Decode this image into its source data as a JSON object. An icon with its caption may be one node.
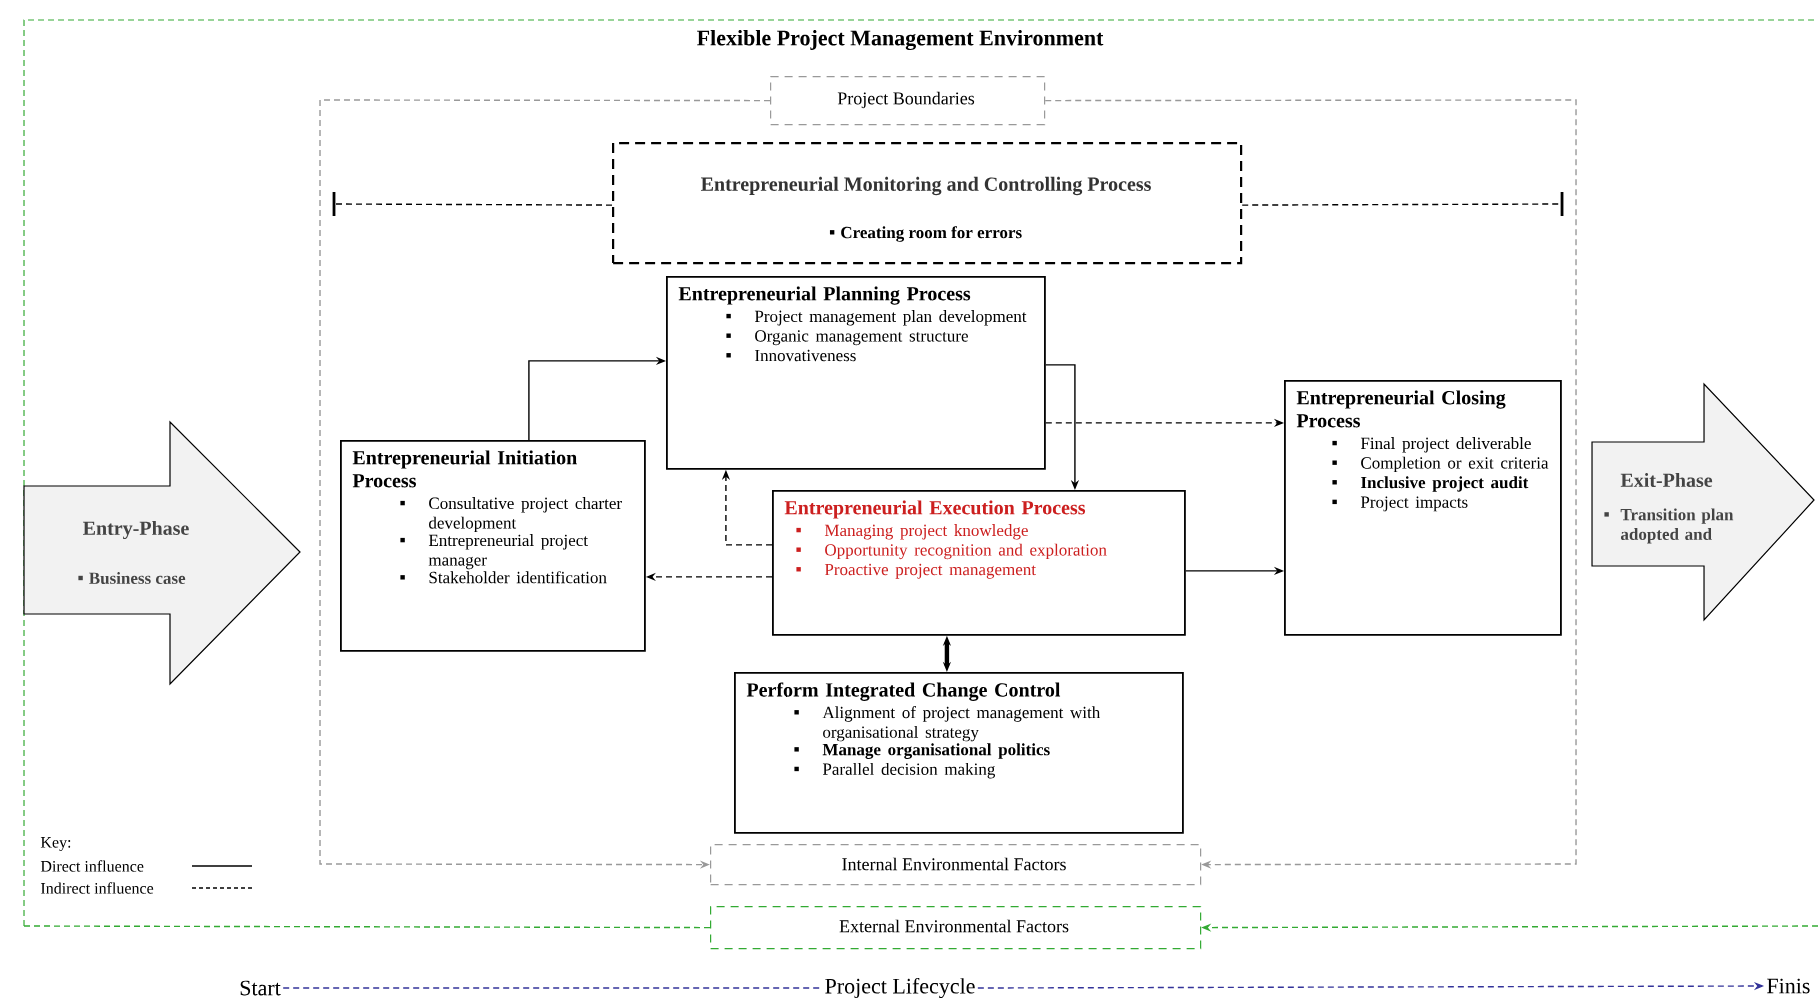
{
  "diagram": {
    "title": "Flexible Project Management Environment",
    "nodes": [
      {
        "text": [
          "Project Boundaries"
        ]
      },
      {
        "text": [
          "Entrepreneurial Monitoring and Controlling Process",
          "Creating room for errors"
        ]
      },
      {
        "text": [
          "Entry-Phase",
          "Business case"
        ]
      },
      {
        "text": [
          "Entrepreneurial Initiation Process",
          "Consultative project charter development",
          "Entrepreneurial project manager",
          "Stakeholder identification"
        ]
      },
      {
        "text": [
          "Entrepreneurial Planning Process",
          "Project management plan development",
          "Organic management structure",
          "Innovativeness"
        ]
      },
      {
        "text": [
          "Entrepreneurial Execution Process",
          "Managing project knowledge",
          "Opportunity recognition and exploration",
          "Proactive project management"
        ]
      },
      {
        "text": [
          "Entrepreneurial Closing Process",
          "Final project deliverable",
          "Completion or exit criteria",
          "**Inclusive project audit**",
          "Project impacts"
        ]
      },
      {
        "text": [
          "Perform Integrated Change Control",
          "Alignment of project management with organisational strategy",
          "**Manage organisational politics**",
          "Parallel decision making"
        ]
      },
      {
        "text": [
          "Exit-Phase",
          "Transition plan adopted and"
        ]
      },
      {
        "text": [
          "Internal Environmental Factors"
        ]
      },
      {
        "text": [
          "External Environmental Factors"
        ]
      },
      {
        "text": [
          "Start"
        ]
      },
      {
        "text": [
          "Project Lifecycle"
        ]
      },
      {
        "text": [
          "Finis"
        ]
      }
    ],
    "edges": [
      {
        "from": 3,
        "to": 4,
        "arrow": "to"
      },
      {
        "from": 4,
        "to": 5,
        "arrow": "to"
      },
      {
        "from": 4,
        "to": 6,
        "arrow": "to",
        "style": "dashed"
      },
      {
        "from": 5,
        "to": 4,
        "arrow": "to",
        "style": "dashed"
      },
      {
        "from": 5,
        "to": 3,
        "arrow": "to",
        "style": "dashed"
      },
      {
        "from": 5,
        "to": 6,
        "arrow": "to"
      },
      {
        "from": 5,
        "to": 7,
        "arrow": "both",
        "style": "thick"
      },
      {
        "from": 1,
        "to": null,
        "arrow": "none",
        "style": "dashed"
      },
      {
        "from": 1,
        "to": null,
        "arrow": "none",
        "style": "dashed"
      },
      {
        "from": 0,
        "to": 9,
        "arrow": "to",
        "style": "dashed",
        "color": "#999999"
      },
      {
        "from": 0,
        "to": 9,
        "arrow": "to",
        "style": "dashed",
        "color": "#999999"
      },
      {
        "from": null,
        "to": 10,
        "arrow": "none",
        "style": "dashed",
        "color": "#33aa33"
      },
      {
        "from": null,
        "to": 10,
        "arrow": "to",
        "style": "dashed",
        "color": "#33aa33"
      },
      {
        "from": 11,
        "to": 12,
        "arrow": "none",
        "style": "dashed",
        "color": "#333399"
      },
      {
        "from": 12,
        "to": 13,
        "arrow": "to",
        "style": "dashed",
        "color": "#333399"
      }
    ],
    "labels": [
      "Key:"
    ],
    "legend": [
      {
        "text": "Direct influence"
      },
      {
        "text": "Indirect influence"
      }
    ]
  }
}
